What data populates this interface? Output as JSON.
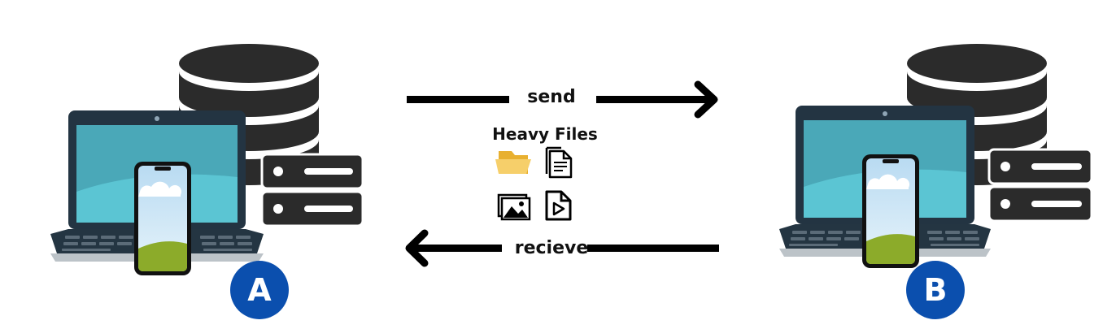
{
  "arrows": {
    "send_label": "send",
    "recieve_label": "recieve"
  },
  "files": {
    "title": "Heavy Files",
    "icons": [
      "folder-icon",
      "document-icon",
      "image-icon",
      "video-file-icon"
    ]
  },
  "nodes": {
    "a_label": "A",
    "b_label": "B"
  },
  "colors": {
    "badge": "#0b4fae",
    "server": "#2b2b2b",
    "laptop_frame": "#233442",
    "screen": "#4aa8b8",
    "folder": "#f2c14e"
  }
}
